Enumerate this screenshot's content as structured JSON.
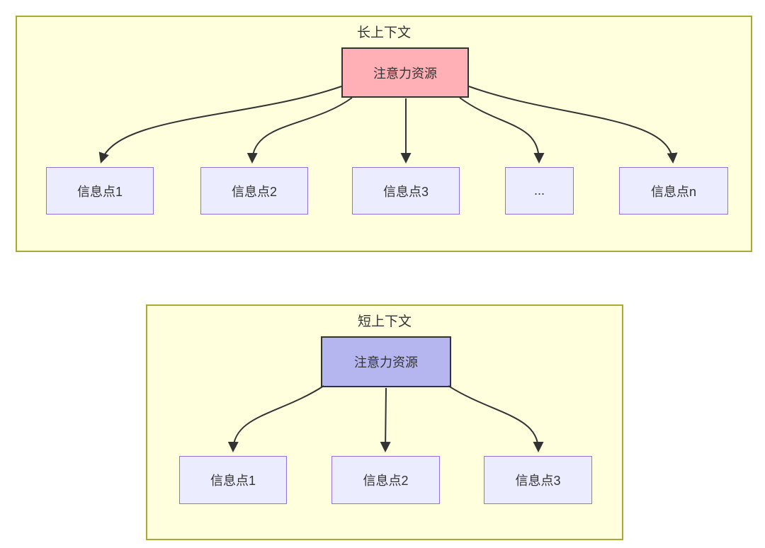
{
  "colors": {
    "page_bg": "#ffffff",
    "panel_fill": "#ffffde",
    "panel_border": "#aaaa33",
    "node_fill": "#ececff",
    "node_border": "#9370db",
    "attention_long_fill": "#ffb0b6",
    "attention_short_fill": "#b5b5f0",
    "attention_border": "#333333",
    "arrow": "#333333",
    "text": "#333333"
  },
  "long_context": {
    "title": "长上下文",
    "attention": "注意力资源",
    "items": [
      "信息点1",
      "信息点2",
      "信息点3",
      "...",
      "信息点n"
    ]
  },
  "short_context": {
    "title": "短上下文",
    "attention": "注意力资源",
    "items": [
      "信息点1",
      "信息点2",
      "信息点3"
    ]
  }
}
